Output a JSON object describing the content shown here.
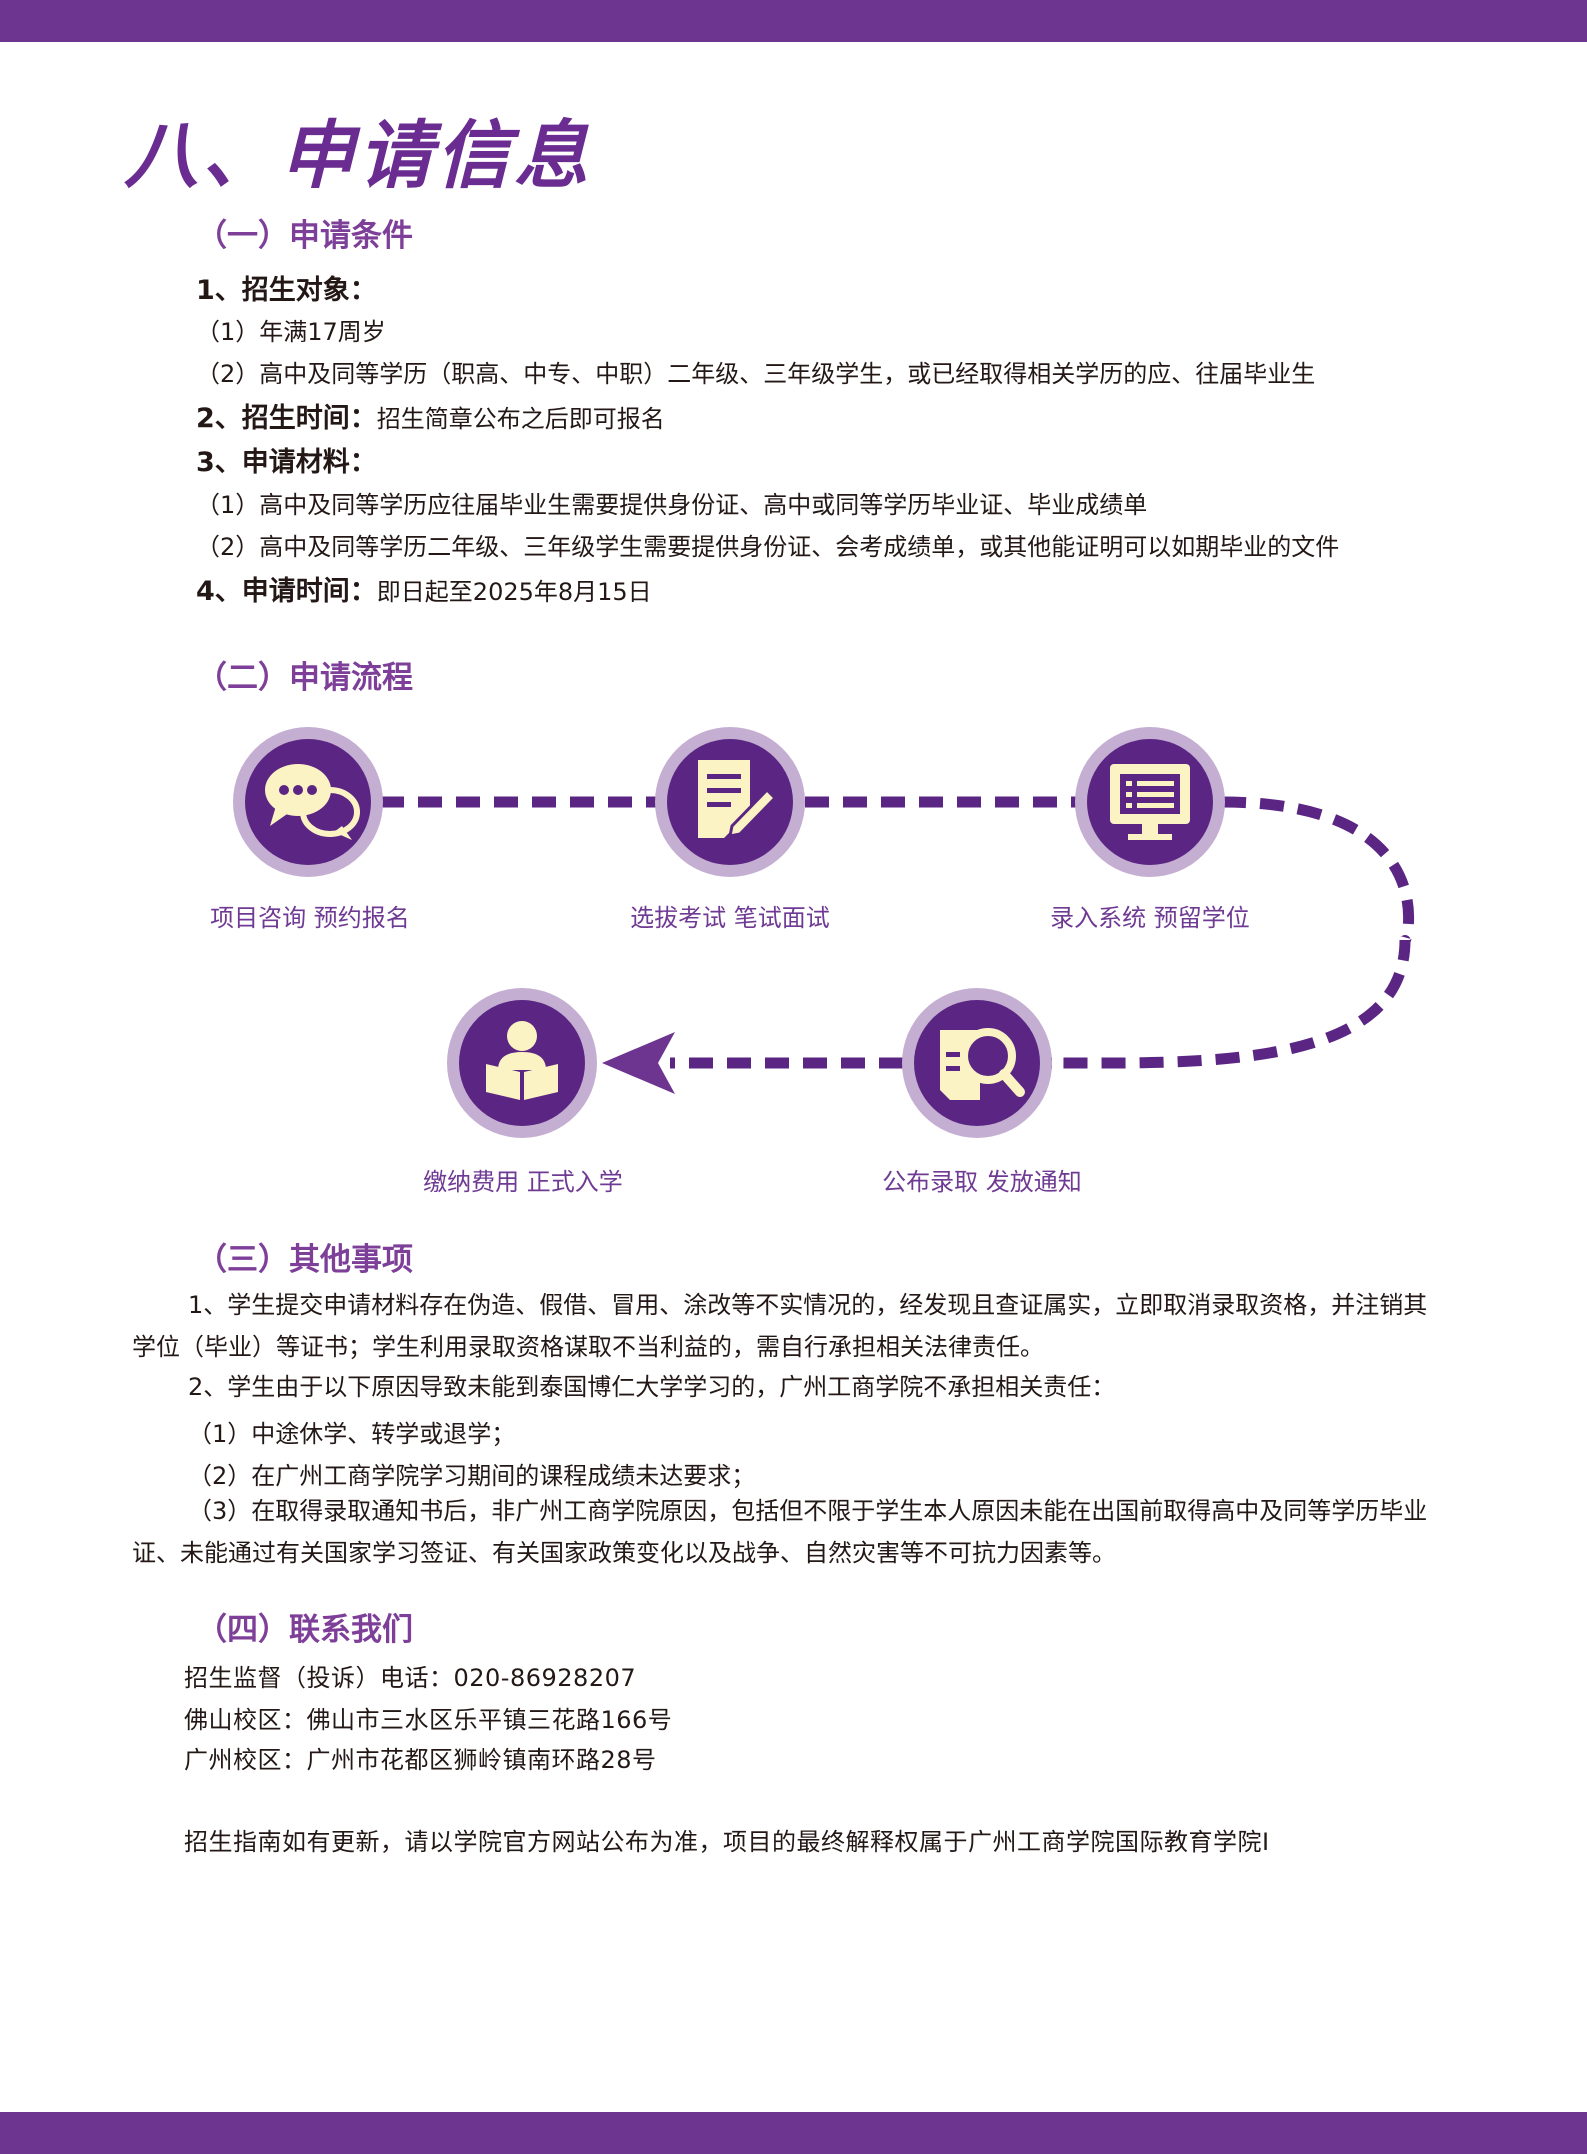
{
  "title": "八、申请信息",
  "section1": {
    "heading": "（一）申请条件",
    "item1_label": "1、招生对象：",
    "item1_sub1": "（1）年满17周岁",
    "item1_sub2": "（2）高中及同等学历（职高、中专、中职）二年级、三年级学生，或已经取得相关学历的应、往届毕业生",
    "item2_label": "2、招生时间：",
    "item2_value": "招生简章公布之后即可报名",
    "item3_label": "3、申请材料：",
    "item3_sub1": "（1）高中及同等学历应往届毕业生需要提供身份证、高中或同等学历毕业证、毕业成绩单",
    "item3_sub2": "（2）高中及同等学历二年级、三年级学生需要提供身份证、会考成绩单，或其他能证明可以如期毕业的文件",
    "item4_label": "4、申请时间：",
    "item4_value": "即日起至2025年8月15日"
  },
  "section2": {
    "heading": "（二）申请流程",
    "steps": [
      {
        "label": "项目咨询  预约报名",
        "icon": "chat-bubbles-icon"
      },
      {
        "label": "选拔考试 笔试面试",
        "icon": "document-pen-icon"
      },
      {
        "label": "录入系统 预留学位",
        "icon": "computer-monitor-icon"
      },
      {
        "label": "公布录取 发放通知",
        "icon": "magnifier-document-icon"
      },
      {
        "label": "缴纳费用 正式入学",
        "icon": "student-reading-icon"
      }
    ]
  },
  "section3": {
    "heading": "（三）其他事项",
    "p1": "1、学生提交申请材料存在伪造、假借、冒用、涂改等不实情况的，经发现且查证属实，立即取消录取资格，并注销其学位（毕业）等证书；学生利用录取资格谋取不当利益的，需自行承担相关法律责任。",
    "p2": "2、学生由于以下原因导致未能到泰国博仁大学学习的，广州工商学院不承担相关责任：",
    "s1": "（1）中途休学、转学或退学；",
    "s2": "（2）在广州工商学院学习期间的课程成绩未达要求；",
    "s3": "（3）在取得录取通知书后，非广州工商学院原因，包括但不限于学生本人原因未能在出国前取得高中及同等学历毕业证、未能通过有关国家学习签证、有关国家政策变化以及战争、自然灾害等不可抗力因素等。"
  },
  "section4": {
    "heading": "（四）联系我们",
    "phone": "招生监督（投诉）电话：020-86928207",
    "foshan": "佛山校区：佛山市三水区乐平镇三花路166号",
    "guangzhou": "广州校区：广州市花都区狮岭镇南环路28号",
    "note": "招生指南如有更新，请以学院官方网站公布为准，项目的最终解释权属于广州工商学院国际教育学院I"
  },
  "colors": {
    "brand_purple": "#6e3590",
    "circle_dark": "#5b2683",
    "circle_ring": "#c4aed2",
    "icon_fill": "#fbf3c4",
    "label_purple": "#6f3a93"
  }
}
